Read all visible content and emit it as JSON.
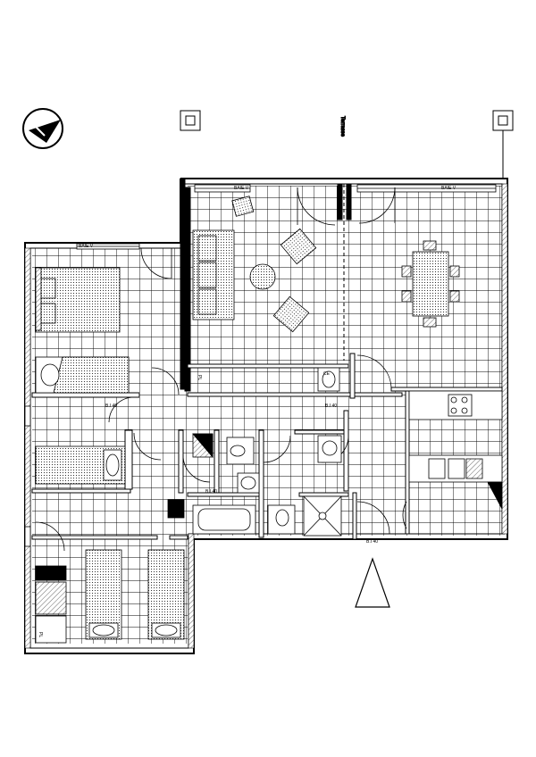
{
  "plan": {
    "terrace_label": "Terrasse",
    "labels": {
      "window_label": "BAIE V",
      "placard": "PL",
      "cellier": "CE",
      "door_label": "B.I 40"
    }
  },
  "colors": {
    "line": "#000000",
    "wall": "#000000",
    "grid": "#000000",
    "background": "#ffffff"
  },
  "icons": {
    "compass": "compass-rose-icon",
    "north_arrow": "north-arrow-icon"
  }
}
